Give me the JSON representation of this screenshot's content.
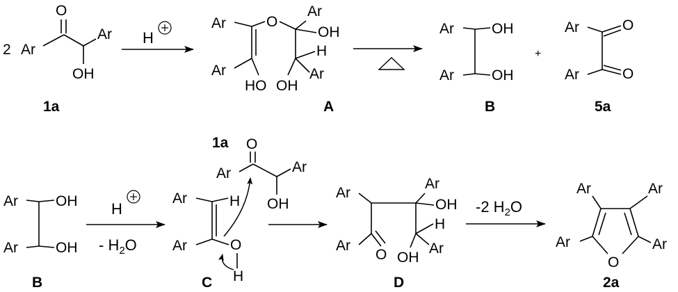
{
  "compounds": {
    "c1a": {
      "label": "1a",
      "coef": "2"
    },
    "cA": {
      "label": "A"
    },
    "cB": {
      "label": "B"
    },
    "c5a": {
      "label": "5a"
    },
    "cC": {
      "label": "C"
    },
    "cD": {
      "label": "D"
    },
    "c2a": {
      "label": "2a"
    },
    "c1a_reagent": {
      "label": "1a"
    }
  },
  "atoms": {
    "ar": "Ar",
    "o": "O",
    "oh": "OH",
    "ho": "HO",
    "h": "H"
  },
  "conditions": {
    "step1_acid": "H",
    "step2_heat_symbol": "triangle",
    "plus": "+",
    "step3_acid": "H",
    "step3_minus": "- H",
    "step3_water_tail": "O",
    "step3_sub": "2",
    "step5_minus": "-2 H",
    "step5_sub": "2",
    "step5_water_tail": "O",
    "plus_circle": "plus-circle"
  }
}
